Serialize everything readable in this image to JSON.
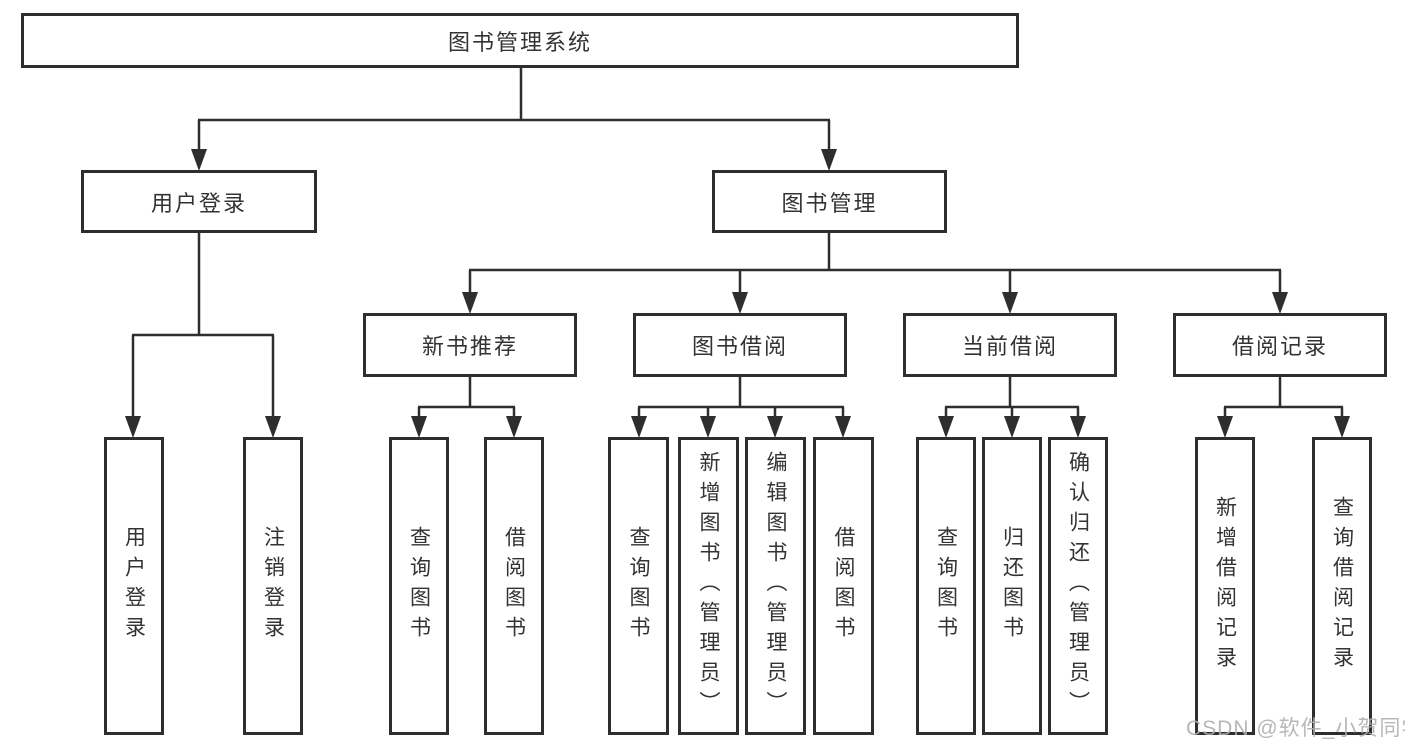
{
  "tree": {
    "label": "图书管理系统",
    "children": [
      {
        "label": "用户登录",
        "children": [
          {
            "label": "用户登录"
          },
          {
            "label": "注销登录"
          }
        ]
      },
      {
        "label": "图书管理",
        "children": [
          {
            "label": "新书推荐",
            "children": [
              {
                "label": "查询图书"
              },
              {
                "label": "借阅图书"
              }
            ]
          },
          {
            "label": "图书借阅",
            "children": [
              {
                "label": "查询图书"
              },
              {
                "label": "新增图书（管理员）"
              },
              {
                "label": "编辑图书（管理员）"
              },
              {
                "label": "借阅图书"
              }
            ]
          },
          {
            "label": "当前借阅",
            "children": [
              {
                "label": "查询图书"
              },
              {
                "label": "归还图书"
              },
              {
                "label": "确认归还（管理员）"
              }
            ]
          },
          {
            "label": "借阅记录",
            "children": [
              {
                "label": "新增借阅记录"
              },
              {
                "label": "查询借阅记录"
              }
            ]
          }
        ]
      }
    ]
  },
  "watermark": "CSDN @软件_小贺同学",
  "colors": {
    "line": "#2e2e2e",
    "text": "#333333",
    "background": "#ffffff",
    "watermark": "#afafaf"
  }
}
